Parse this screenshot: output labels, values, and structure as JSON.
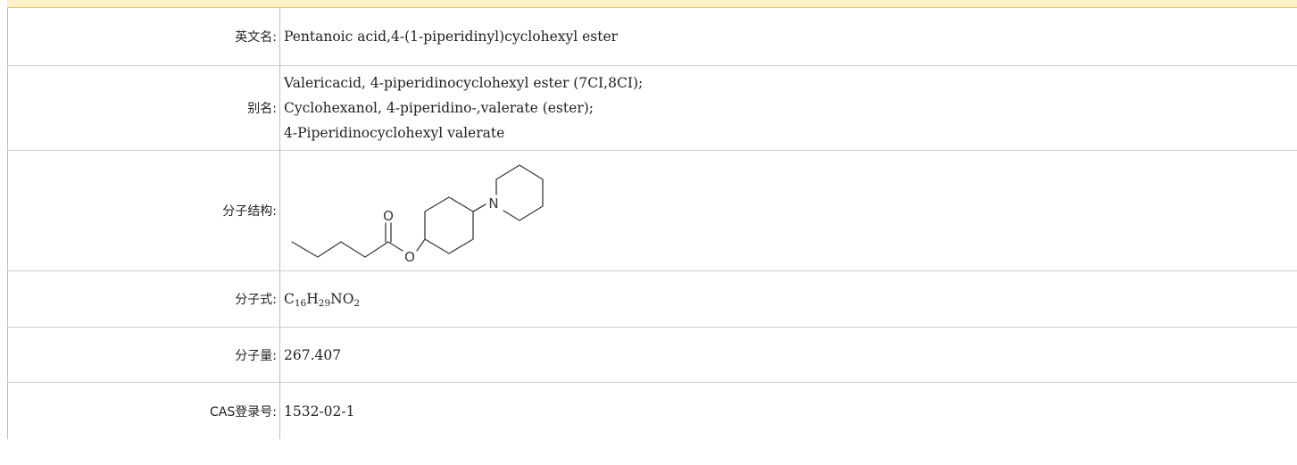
{
  "rows": {
    "english_name": {
      "label": "英文名:",
      "value": "Pentanoic acid,4-(1-piperidinyl)cyclohexyl ester"
    },
    "synonyms": {
      "label": "别名:",
      "values": [
        "Valericacid, 4-piperidinocyclohexyl ester (7CI,8CI);",
        "Cyclohexanol, 4-piperidino-,valerate (ester);",
        "4-Piperidinocyclohexyl valerate"
      ]
    },
    "structure": {
      "label": "分子结构:",
      "atom_o_carbonyl": "O",
      "atom_o_ester": "O",
      "atom_n": "N"
    },
    "formula": {
      "label": "分子式:",
      "parts": {
        "c": "C",
        "c_n": "16",
        "h": "H",
        "h_n": "29",
        "n": "N",
        "o": "O",
        "o_n": "2"
      }
    },
    "molecular_weight": {
      "label": "分子量:",
      "value": "267.407"
    },
    "cas": {
      "label": "CAS登录号:",
      "value": "1532-02-1"
    }
  }
}
